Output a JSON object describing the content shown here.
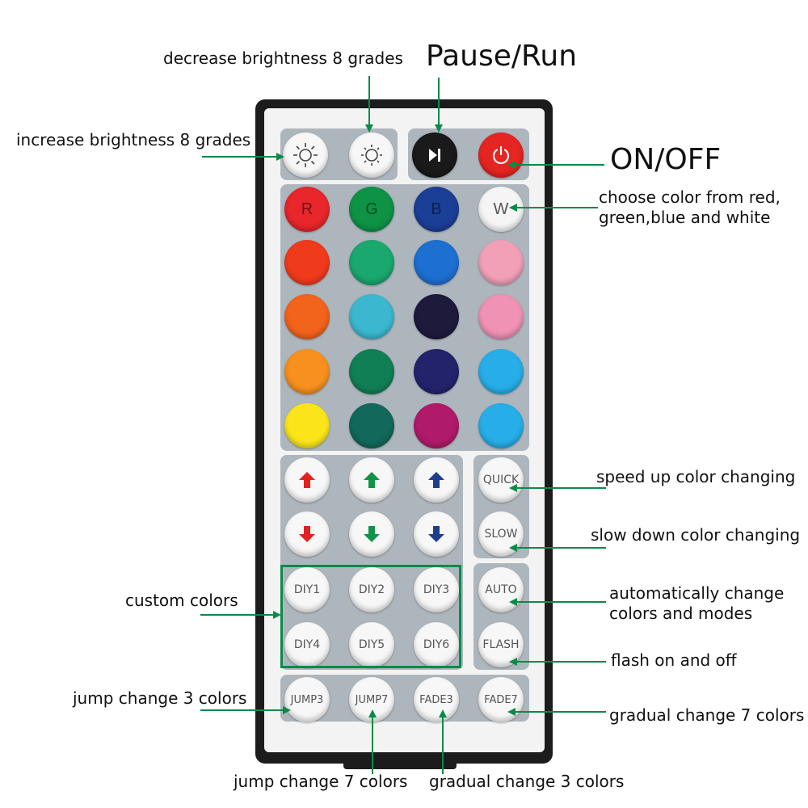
{
  "labels": {
    "decrease_brightness": "decrease brightness 8 grades",
    "pause_run": "Pause/Run",
    "increase_brightness": "increase brightness 8 grades",
    "on_off": "ON/OFF",
    "choose_color_1": "choose color from red,",
    "choose_color_2": "green,blue and white",
    "speed_up": "speed up color changing",
    "slow_down": "slow down color changing",
    "custom_colors": "custom colors",
    "auto_1": "automatically change",
    "auto_2": "colors and modes",
    "flash": "flash on and off",
    "jump3": "jump change 3 colors",
    "fade7": "gradual change 7 colors",
    "jump7": "jump change 7 colors",
    "fade3": "gradual change 3 colors"
  },
  "remote": {
    "rgbw": [
      "R",
      "G",
      "B",
      "W"
    ],
    "rgbw_colors": [
      "#e8262b",
      "#0e9346",
      "#1b3f96",
      "#f5f5f5"
    ],
    "color_grid": [
      [
        "#f03a1c",
        "#1aa86e",
        "#1e6fd2",
        "#f2a0b8"
      ],
      [
        "#f2631c",
        "#3bb8d0",
        "#1e1a3c",
        "#ef92b4"
      ],
      [
        "#f7901e",
        "#117f55",
        "#23236c",
        "#27aee9"
      ],
      [
        "#fbe51a",
        "#12685a",
        "#b01a6a",
        "#27aee9"
      ]
    ],
    "arrow_colors": [
      "#e32121",
      "#119447",
      "#1f3d8e"
    ],
    "speed": [
      "QUICK",
      "SLOW"
    ],
    "diy": [
      "DIY1",
      "DIY2",
      "DIY3",
      "DIY4",
      "DIY5",
      "DIY6"
    ],
    "modes": [
      "AUTO",
      "FLASH"
    ],
    "bottom": [
      "JUMP3",
      "JUMP7",
      "FADE3",
      "FADE7"
    ]
  },
  "colors": {
    "annotation_line": "#0a8a48",
    "panel": "#aeb6bd",
    "body": "#1c1c1c",
    "power": "#e52521"
  }
}
